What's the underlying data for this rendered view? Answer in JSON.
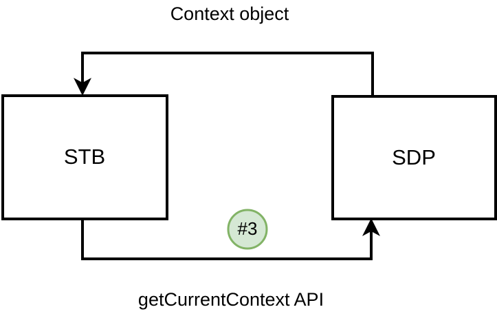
{
  "diagram": {
    "title_label": "Context object",
    "bottom_label": "getCurrentContext API",
    "nodes": [
      {
        "id": "stb",
        "label": "STB"
      },
      {
        "id": "sdp",
        "label": "SDP"
      }
    ],
    "badges": [
      {
        "id": "step-3",
        "label": "#3"
      }
    ],
    "edges": [
      {
        "id": "edge-context-object",
        "from": "sdp",
        "to": "stb",
        "label": "Context object",
        "direction": "right-to-left-top"
      },
      {
        "id": "edge-getcurrentcontext-api",
        "from": "stb",
        "to": "sdp",
        "label": "getCurrentContext API",
        "direction": "left-to-right-bottom"
      }
    ],
    "colors": {
      "background": "#ffffff",
      "stroke": "#000000",
      "node_fill": "#ffffff",
      "badge_fill": "#d5e8d4",
      "badge_stroke": "#82b366",
      "text": "#000000"
    }
  }
}
